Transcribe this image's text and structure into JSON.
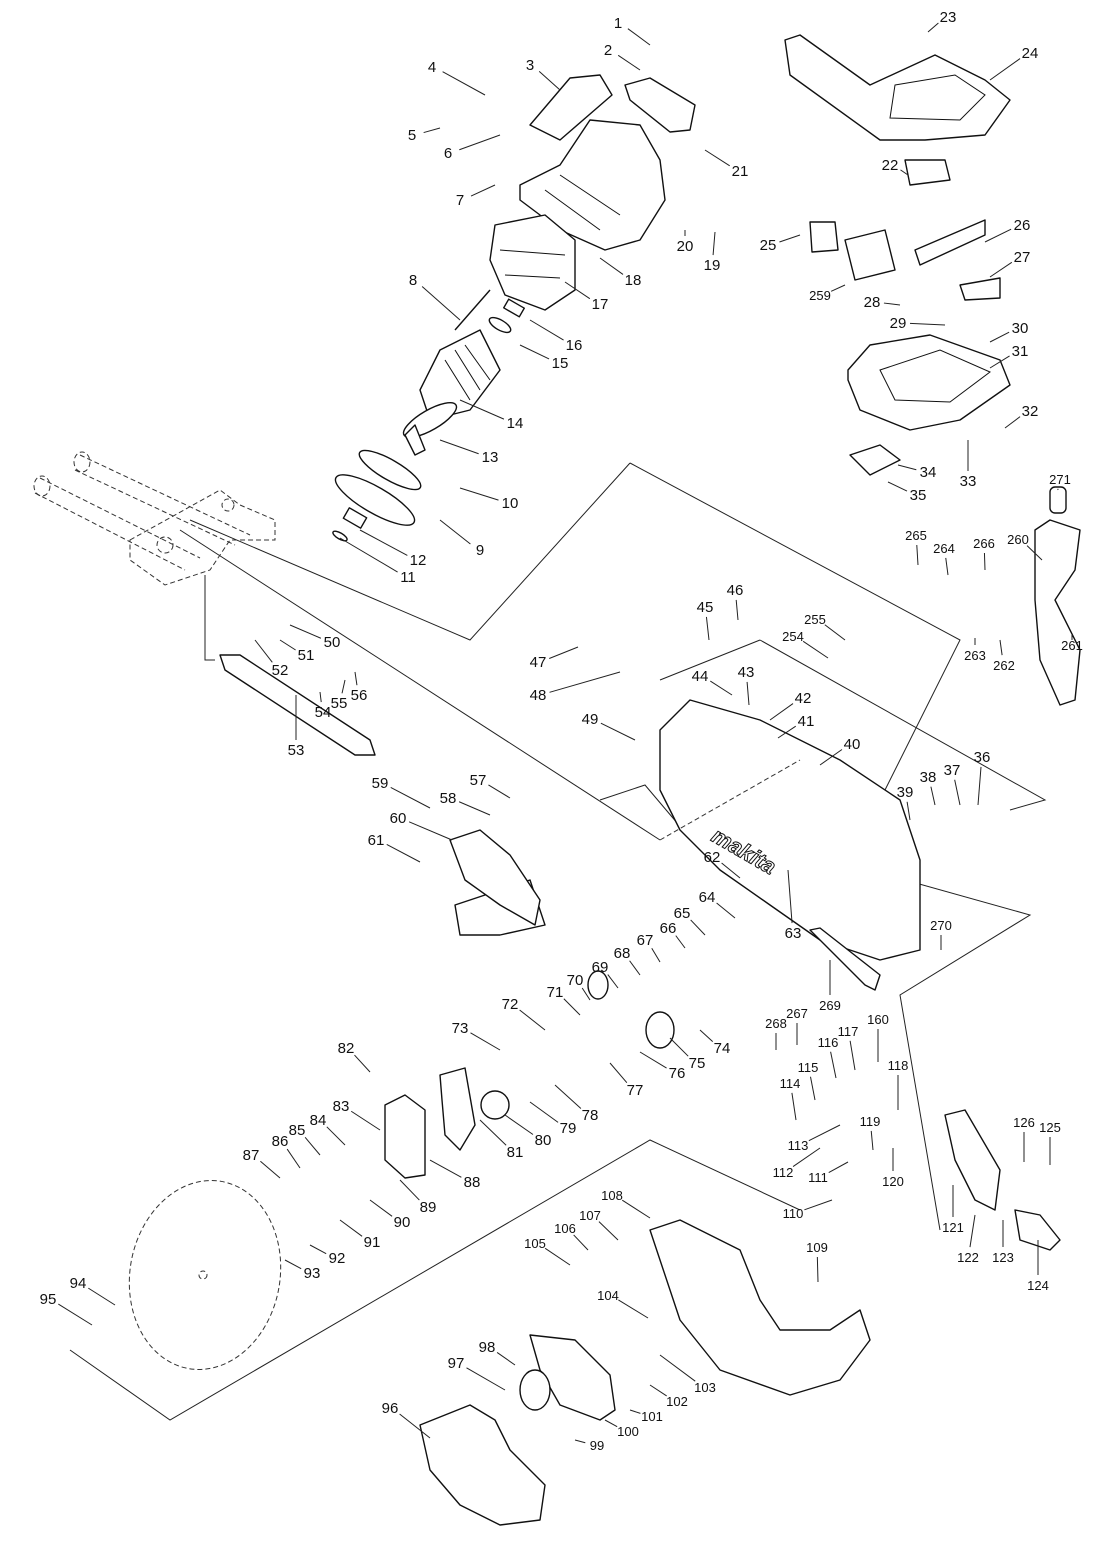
{
  "diagram": {
    "type": "exploded-parts-diagram",
    "subject": "Miter saw head assembly",
    "brand_marking": "makita",
    "callouts": [
      {
        "no": "1"
      },
      {
        "no": "2"
      },
      {
        "no": "3"
      },
      {
        "no": "4"
      },
      {
        "no": "5"
      },
      {
        "no": "6"
      },
      {
        "no": "7"
      },
      {
        "no": "8"
      },
      {
        "no": "9"
      },
      {
        "no": "10"
      },
      {
        "no": "11"
      },
      {
        "no": "12"
      },
      {
        "no": "13"
      },
      {
        "no": "14"
      },
      {
        "no": "15"
      },
      {
        "no": "16"
      },
      {
        "no": "17"
      },
      {
        "no": "18"
      },
      {
        "no": "19"
      },
      {
        "no": "20"
      },
      {
        "no": "21"
      },
      {
        "no": "22"
      },
      {
        "no": "23"
      },
      {
        "no": "24"
      },
      {
        "no": "25"
      },
      {
        "no": "26"
      },
      {
        "no": "27"
      },
      {
        "no": "28"
      },
      {
        "no": "29"
      },
      {
        "no": "30"
      },
      {
        "no": "31"
      },
      {
        "no": "32"
      },
      {
        "no": "33"
      },
      {
        "no": "34"
      },
      {
        "no": "35"
      },
      {
        "no": "36"
      },
      {
        "no": "37"
      },
      {
        "no": "38"
      },
      {
        "no": "39"
      },
      {
        "no": "40"
      },
      {
        "no": "41"
      },
      {
        "no": "42"
      },
      {
        "no": "43"
      },
      {
        "no": "44"
      },
      {
        "no": "45"
      },
      {
        "no": "46"
      },
      {
        "no": "47"
      },
      {
        "no": "48"
      },
      {
        "no": "49"
      },
      {
        "no": "50"
      },
      {
        "no": "51"
      },
      {
        "no": "52"
      },
      {
        "no": "53"
      },
      {
        "no": "54"
      },
      {
        "no": "55"
      },
      {
        "no": "56"
      },
      {
        "no": "57"
      },
      {
        "no": "58"
      },
      {
        "no": "59"
      },
      {
        "no": "60"
      },
      {
        "no": "61"
      },
      {
        "no": "62"
      },
      {
        "no": "63"
      },
      {
        "no": "64"
      },
      {
        "no": "65"
      },
      {
        "no": "66"
      },
      {
        "no": "67"
      },
      {
        "no": "68"
      },
      {
        "no": "69"
      },
      {
        "no": "70"
      },
      {
        "no": "71"
      },
      {
        "no": "72"
      },
      {
        "no": "73"
      },
      {
        "no": "74"
      },
      {
        "no": "75"
      },
      {
        "no": "76"
      },
      {
        "no": "77"
      },
      {
        "no": "78"
      },
      {
        "no": "79"
      },
      {
        "no": "80"
      },
      {
        "no": "81"
      },
      {
        "no": "82"
      },
      {
        "no": "83"
      },
      {
        "no": "84"
      },
      {
        "no": "85"
      },
      {
        "no": "86"
      },
      {
        "no": "87"
      },
      {
        "no": "88"
      },
      {
        "no": "89"
      },
      {
        "no": "90"
      },
      {
        "no": "91"
      },
      {
        "no": "92"
      },
      {
        "no": "93"
      },
      {
        "no": "94"
      },
      {
        "no": "95"
      },
      {
        "no": "96"
      },
      {
        "no": "97"
      },
      {
        "no": "98"
      },
      {
        "no": "99"
      },
      {
        "no": "100"
      },
      {
        "no": "101"
      },
      {
        "no": "102"
      },
      {
        "no": "103"
      },
      {
        "no": "104"
      },
      {
        "no": "105"
      },
      {
        "no": "106"
      },
      {
        "no": "107"
      },
      {
        "no": "108"
      },
      {
        "no": "109"
      },
      {
        "no": "110"
      },
      {
        "no": "111"
      },
      {
        "no": "112"
      },
      {
        "no": "113"
      },
      {
        "no": "114"
      },
      {
        "no": "115"
      },
      {
        "no": "116"
      },
      {
        "no": "117"
      },
      {
        "no": "118"
      },
      {
        "no": "119"
      },
      {
        "no": "120"
      },
      {
        "no": "121"
      },
      {
        "no": "122"
      },
      {
        "no": "123"
      },
      {
        "no": "124"
      },
      {
        "no": "125"
      },
      {
        "no": "126"
      },
      {
        "no": "160"
      },
      {
        "no": "254"
      },
      {
        "no": "255"
      },
      {
        "no": "259"
      },
      {
        "no": "260"
      },
      {
        "no": "261"
      },
      {
        "no": "262"
      },
      {
        "no": "263"
      },
      {
        "no": "264"
      },
      {
        "no": "265"
      },
      {
        "no": "266"
      },
      {
        "no": "267"
      },
      {
        "no": "268"
      },
      {
        "no": "269"
      },
      {
        "no": "270"
      },
      {
        "no": "271"
      }
    ]
  }
}
